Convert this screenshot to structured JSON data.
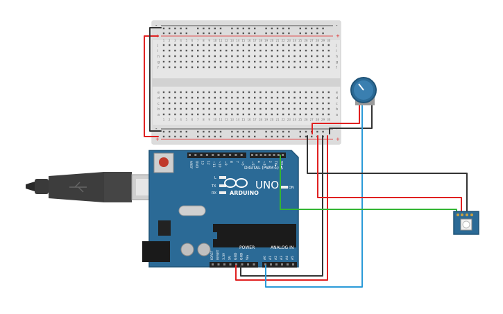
{
  "breadboard": {
    "row_letters_top": [
      "j",
      "i",
      "h",
      "g",
      "f"
    ],
    "row_letters_bottom": [
      "e",
      "d",
      "c",
      "b",
      "a"
    ],
    "column_numbers": [
      "1",
      "2",
      "3",
      "4",
      "5",
      "6",
      "7",
      "8",
      "9",
      "10",
      "11",
      "12",
      "13",
      "14",
      "15",
      "16",
      "17",
      "18",
      "19",
      "20",
      "21",
      "22",
      "23",
      "24",
      "25",
      "26",
      "27",
      "28",
      "29",
      "30"
    ],
    "rail_minus": "-",
    "rail_plus": "+"
  },
  "arduino": {
    "brand": "ARDUINO",
    "model": "UNO",
    "digital_label": "DIGITAL (PWM~)",
    "power_label": "POWER",
    "analog_label": "ANALOG IN",
    "led_labels": [
      "L",
      "TX",
      "RX"
    ],
    "on_label": "ON",
    "top_pin_labels": [
      "AREF",
      "GND",
      "13",
      "12",
      "~11",
      "~10",
      "~9",
      "8",
      "7",
      "~6",
      "~5",
      "4",
      "~3",
      "2",
      "TX►1",
      "RX◄0"
    ],
    "power_pin_labels": [
      "IOREF",
      "RESET",
      "3.3V",
      "5V",
      "GND",
      "GND",
      "Vin"
    ],
    "analog_pin_labels": [
      "A0",
      "A1",
      "A2",
      "A3",
      "A4",
      "A5"
    ]
  },
  "colors": {
    "board": "#2b6a96",
    "board_dark": "#1f5377",
    "breadboard": "#e8e8e8",
    "wire_red": "#e02020",
    "wire_black": "#333333",
    "wire_green": "#33b533",
    "wire_blue": "#2a9ad8",
    "usb_cable": "#3a3a3a",
    "knob": "#2b6a96"
  },
  "icons": {
    "potentiometer": "potentiometer-icon",
    "rgb_led": "rgb-led-module-icon",
    "usb": "usb-cable-icon"
  }
}
